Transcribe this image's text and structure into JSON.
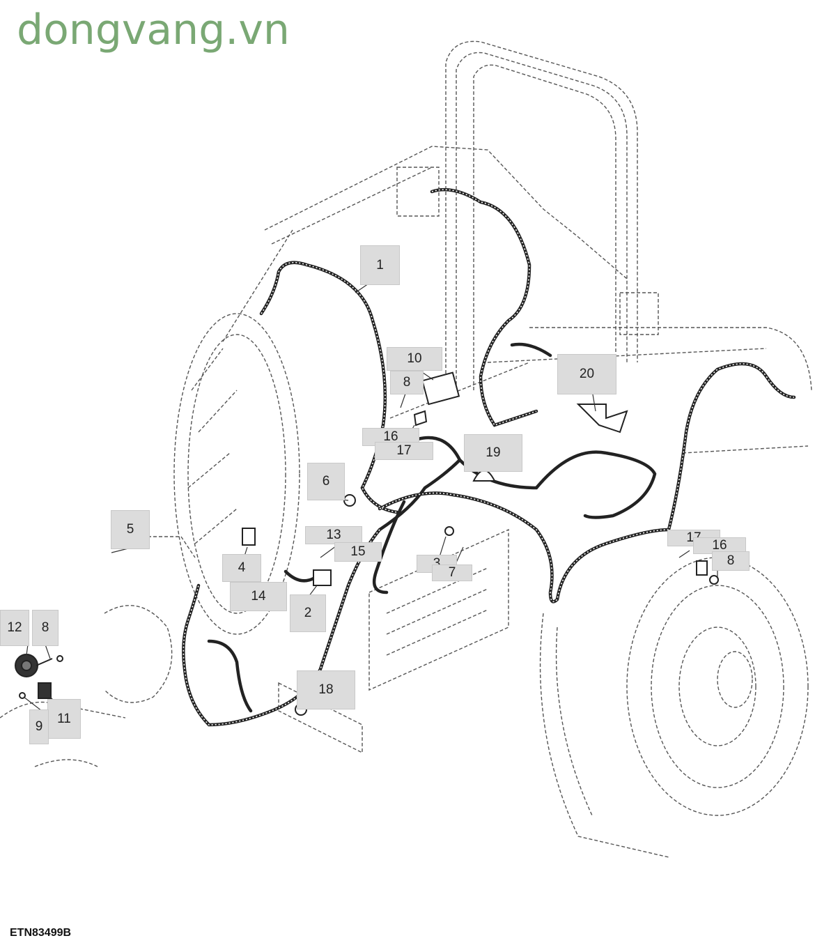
{
  "watermark": "dongvang.vn",
  "figure_id": "ETN83499B",
  "callouts": [
    "1",
    "10",
    "8",
    "20",
    "16",
    "17",
    "19",
    "6",
    "5",
    "13",
    "15",
    "3",
    "7",
    "4",
    "14",
    "2",
    "17",
    "16",
    "8",
    "12",
    "8",
    "18",
    "11",
    "9"
  ],
  "colors": {
    "watermark": "#7aa874",
    "callout_bg": "#dcdcdc",
    "line": "#222222"
  }
}
